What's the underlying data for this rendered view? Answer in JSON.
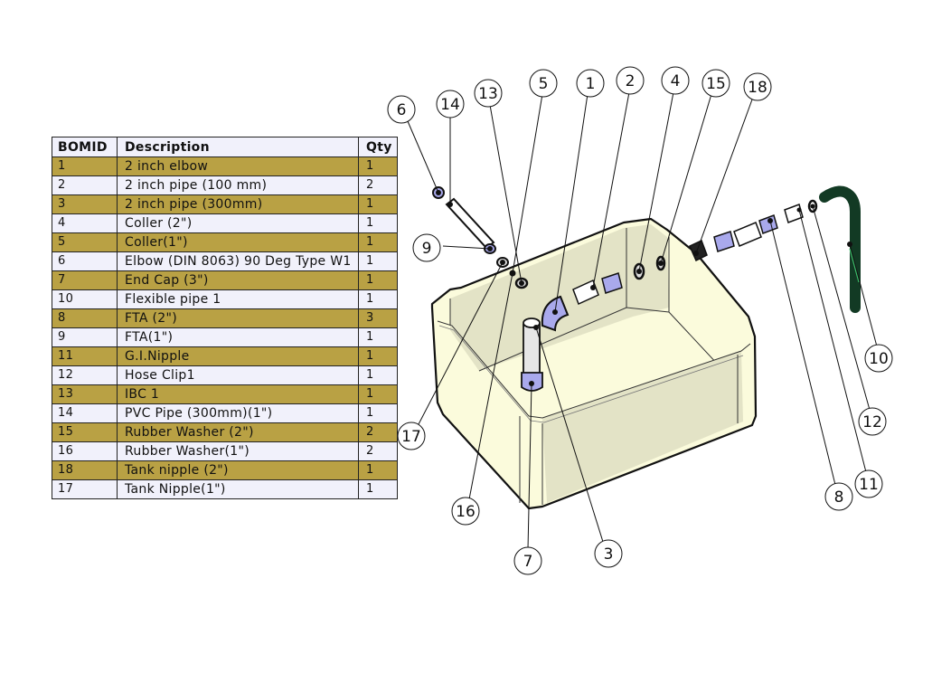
{
  "bom_table": {
    "headers": {
      "id": "BOMID",
      "description": "Description",
      "qty": "Qty"
    },
    "rows": [
      {
        "id": "1",
        "description": "2 inch elbow",
        "qty": "1"
      },
      {
        "id": "2",
        "description": "2 inch pipe (100 mm)",
        "qty": "2"
      },
      {
        "id": "3",
        "description": "2 inch pipe (300mm)",
        "qty": "1"
      },
      {
        "id": "4",
        "description": "Coller (2\")",
        "qty": "1"
      },
      {
        "id": "5",
        "description": "Coller(1\")",
        "qty": "1"
      },
      {
        "id": "6",
        "description": "Elbow (DIN 8063) 90 Deg Type W1",
        "qty": "1"
      },
      {
        "id": "7",
        "description": "End Cap (3\")",
        "qty": "1"
      },
      {
        "id": "10",
        "description": "Flexible pipe 1",
        "qty": "1"
      },
      {
        "id": "8",
        "description": "FTA (2\")",
        "qty": "3"
      },
      {
        "id": "9",
        "description": "FTA(1\")",
        "qty": "1"
      },
      {
        "id": "11",
        "description": "G.I.Nipple",
        "qty": "1"
      },
      {
        "id": "12",
        "description": "Hose Clip1",
        "qty": "1"
      },
      {
        "id": "13",
        "description": "IBC 1",
        "qty": "1"
      },
      {
        "id": "14",
        "description": "PVC Pipe (300mm)(1\")",
        "qty": "1"
      },
      {
        "id": "15",
        "description": "Rubber Washer (2\")",
        "qty": "2"
      },
      {
        "id": "16",
        "description": "Rubber Washer(1\")",
        "qty": "2"
      },
      {
        "id": "18",
        "description": "Tank nipple (2\")",
        "qty": "1"
      },
      {
        "id": "17",
        "description": "Tank Nipple(1\")",
        "qty": "1"
      }
    ]
  },
  "balloons": [
    {
      "label": "6"
    },
    {
      "label": "14"
    },
    {
      "label": "13"
    },
    {
      "label": "5"
    },
    {
      "label": "1"
    },
    {
      "label": "2"
    },
    {
      "label": "4"
    },
    {
      "label": "15"
    },
    {
      "label": "18"
    },
    {
      "label": "9"
    },
    {
      "label": "10"
    },
    {
      "label": "12"
    },
    {
      "label": "11"
    },
    {
      "label": "8"
    },
    {
      "label": "17"
    },
    {
      "label": "16"
    },
    {
      "label": "7"
    },
    {
      "label": "3"
    }
  ],
  "colors": {
    "table_odd_row": "#b9a144",
    "table_even_row": "#f1f1fb",
    "tank_body": "#fbfbdc",
    "tank_inner": "#e3e3c6",
    "fitting_blue": "#a9a9ec",
    "hose_green": "#123a24"
  }
}
